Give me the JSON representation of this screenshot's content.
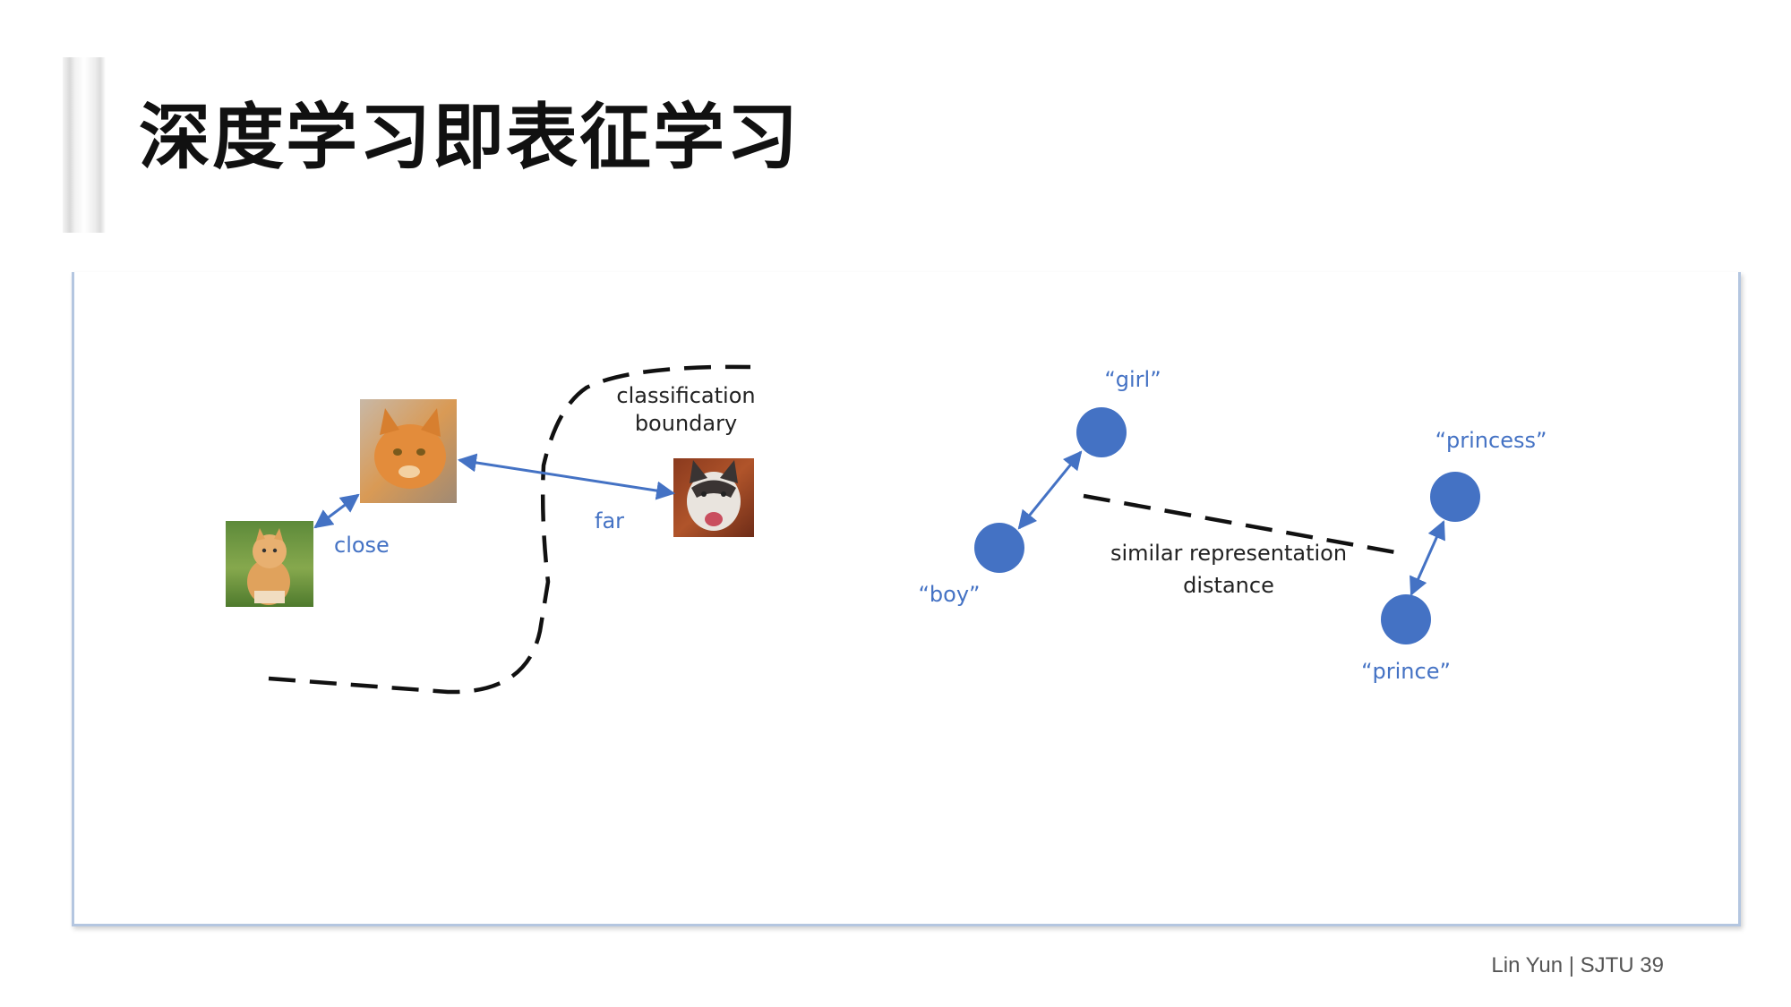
{
  "slide": {
    "title": "深度学习即表征学习",
    "footer": "Lin Yun | SJTU 39"
  },
  "left_diagram": {
    "boundary_label": [
      "classification",
      "boundary"
    ],
    "close_label": "close",
    "far_label": "far",
    "images": [
      "kitten",
      "orange-cat",
      "husky-dog"
    ]
  },
  "right_diagram": {
    "nodes": [
      "“girl”",
      "“boy”",
      "“princess”",
      "“prince”"
    ],
    "distance_label": [
      "similar representation",
      "distance"
    ]
  },
  "colors": {
    "accent_blue": "#4472c4",
    "node_fill": "#4472c4",
    "boundary": "#111111"
  }
}
